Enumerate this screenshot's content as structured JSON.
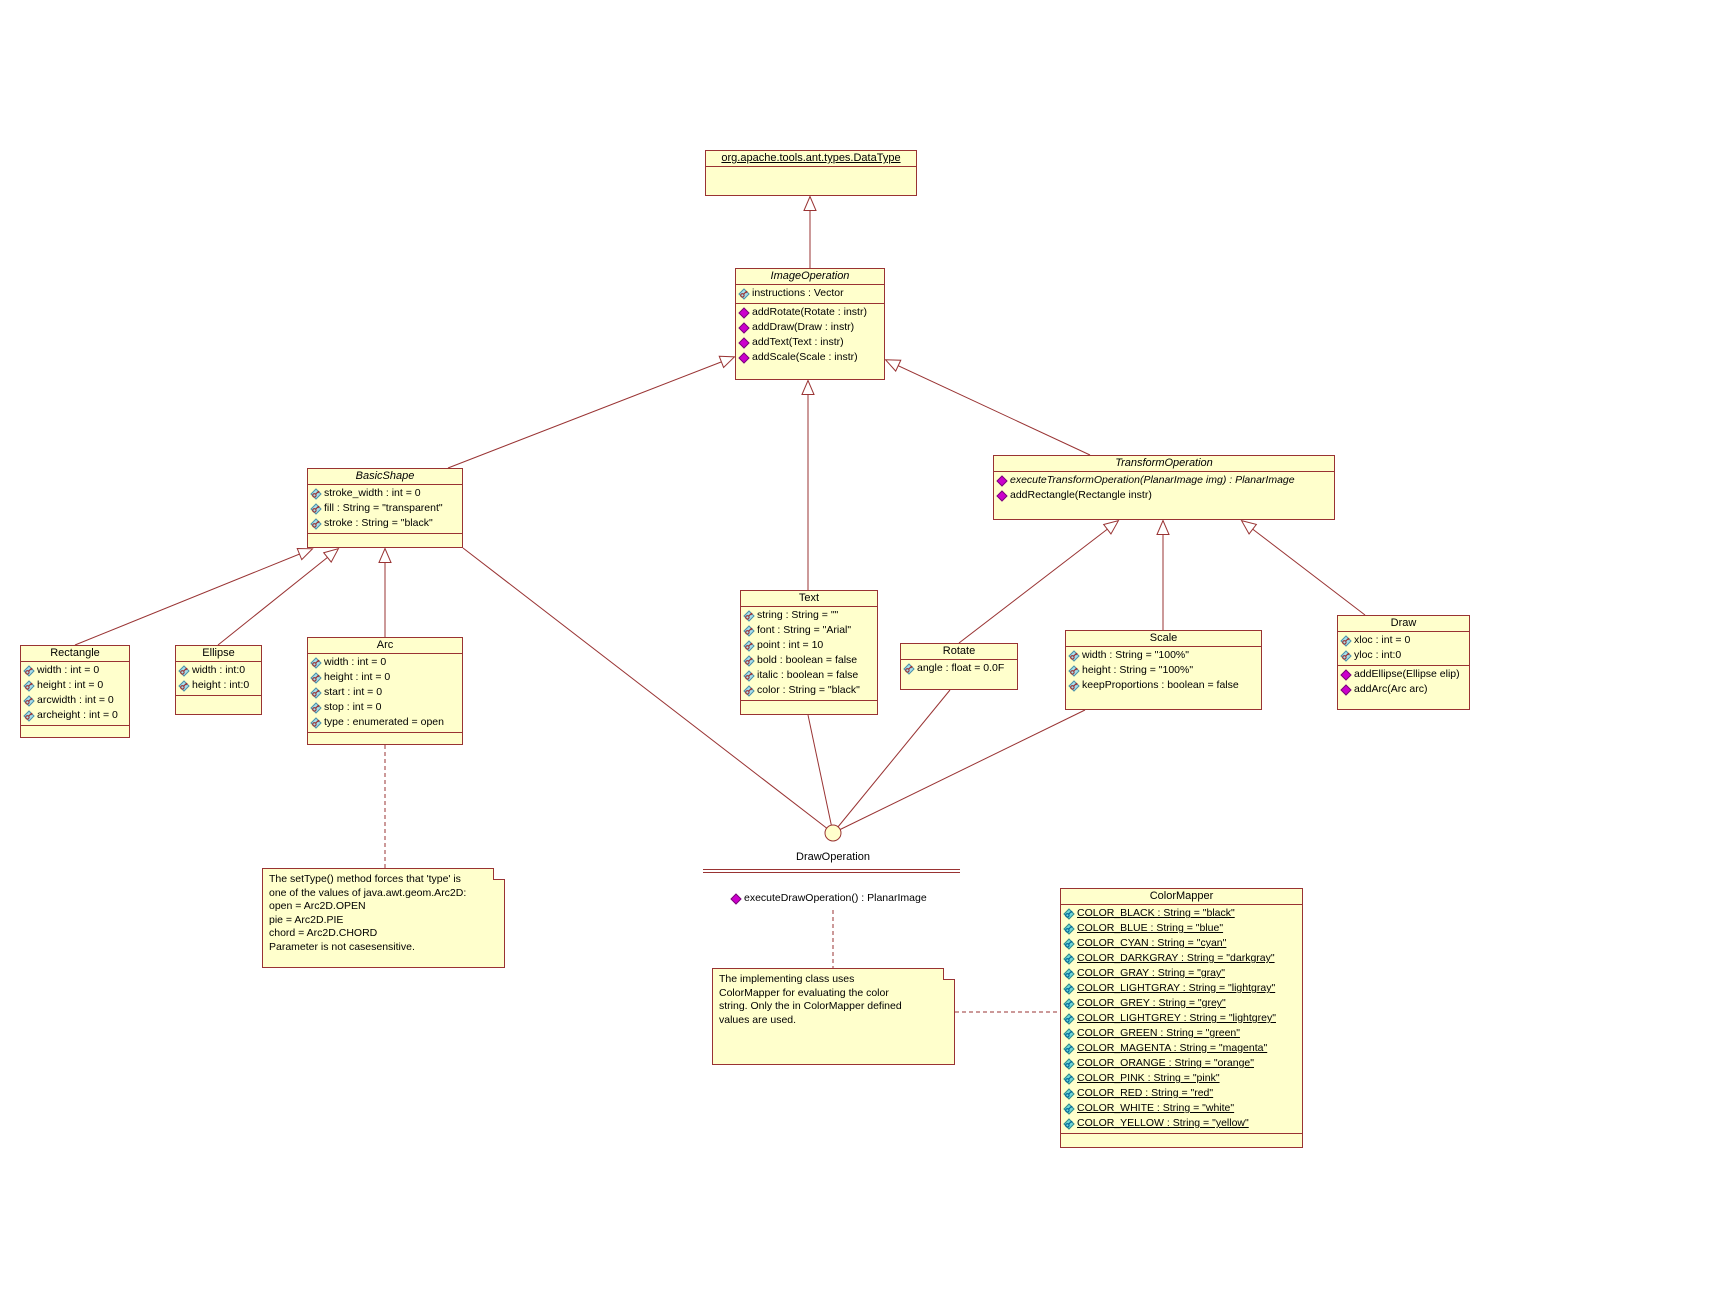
{
  "colors": {
    "box_fill": "#FFFFCC",
    "line": "#993333",
    "method_icon": "#CC00CC",
    "attribute_icon": "#A6DEEC",
    "static_icon": "#6FD6D6"
  },
  "classes": {
    "dataType": {
      "name": "org.apache.tools.ant.types.DataType"
    },
    "imageOperation": {
      "name": "ImageOperation",
      "attributes": [
        "instructions : Vector"
      ],
      "methods": [
        "addRotate(Rotate : instr)",
        "addDraw(Draw : instr)",
        "addText(Text : instr)",
        "addScale(Scale : instr)"
      ]
    },
    "basicShape": {
      "name": "BasicShape",
      "attributes": [
        "stroke_width : int = 0",
        "fill : String = \"transparent\"",
        "stroke : String = \"black\""
      ]
    },
    "transformOperation": {
      "name": "TransformOperation",
      "methods": [
        "executeTransformOperation(PlanarImage img) : PlanarImage",
        "addRectangle(Rectangle instr)"
      ]
    },
    "rectangle": {
      "name": "Rectangle",
      "attributes": [
        "width : int = 0",
        "height : int = 0",
        "arcwidth : int = 0",
        "archeight : int = 0"
      ]
    },
    "ellipse": {
      "name": "Ellipse",
      "attributes": [
        "width : int:0",
        "height : int:0"
      ]
    },
    "arc": {
      "name": "Arc",
      "attributes": [
        "width : int = 0",
        "height : int = 0",
        "start : int = 0",
        "stop : int = 0",
        "type : enumerated = open"
      ]
    },
    "text": {
      "name": "Text",
      "attributes": [
        "string : String = \"\"",
        "font : String = \"Arial\"",
        "point : int = 10",
        "bold : boolean = false",
        "italic : boolean = false",
        "color : String = \"black\""
      ]
    },
    "rotate": {
      "name": "Rotate",
      "attributes": [
        "angle : float = 0.0F"
      ]
    },
    "scale": {
      "name": "Scale",
      "attributes": [
        "width : String = \"100%\"",
        "height : String = \"100%\"",
        "keepProportions : boolean = false"
      ]
    },
    "draw": {
      "name": "Draw",
      "attributes": [
        "xloc : int = 0",
        "yloc : int:0"
      ],
      "methods": [
        "addEllipse(Ellipse elip)",
        "addArc(Arc arc)"
      ]
    },
    "colorMapper": {
      "name": "ColorMapper",
      "static_attributes": [
        "COLOR_BLACK : String = \"black\"",
        "COLOR_BLUE : String = \"blue\"",
        "COLOR_CYAN : String = \"cyan\"",
        "COLOR_DARKGRAY : String = \"darkgray\"",
        "COLOR_GRAY : String = \"gray\"",
        "COLOR_LIGHTGRAY : String = \"lightgray\"",
        "COLOR_GREY : String = \"grey\"",
        "COLOR_LIGHTGREY : String = \"lightgrey\"",
        "COLOR_GREEN : String = \"green\"",
        "COLOR_MAGENTA : String = \"magenta\"",
        "COLOR_ORANGE : String = \"orange\"",
        "COLOR_PINK : String = \"pink\"",
        "COLOR_RED : String = \"red\"",
        "COLOR_WHITE : String = \"white\"",
        "COLOR_YELLOW : String = \"yellow\""
      ]
    }
  },
  "interface": {
    "name": "DrawOperation",
    "method": "executeDrawOperation() : PlanarImage"
  },
  "notes": {
    "arcNote": {
      "lines": [
        "The setType() method forces that 'type' is",
        "one of the values of java.awt.geom.Arc2D:",
        "open = Arc2D.OPEN",
        "pie = Arc2D.PIE",
        "chord = Arc2D.CHORD",
        "Parameter is not casesensitive."
      ]
    },
    "colorNote": {
      "lines": [
        "The implementing class uses",
        "ColorMapper for evaluating the color",
        "string. Only the in ColorMapper defined",
        "values are used."
      ]
    }
  }
}
